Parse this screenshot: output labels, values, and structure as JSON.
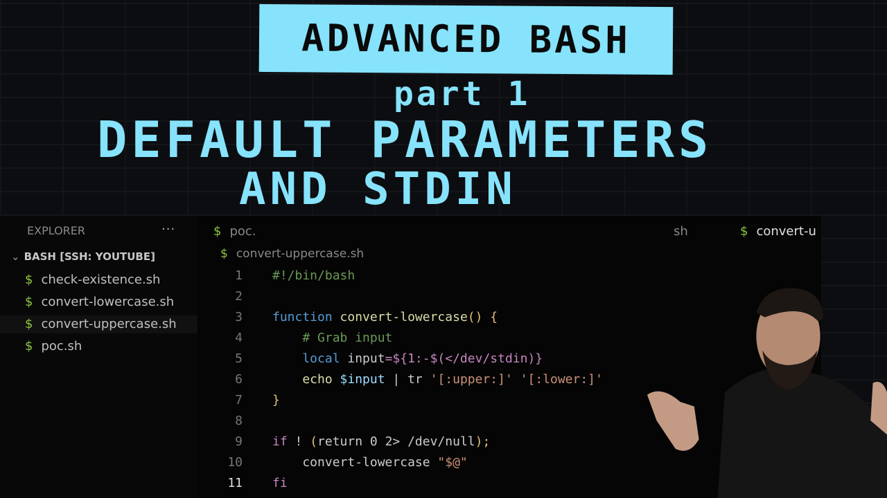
{
  "explorer": {
    "title": "EXPLORER",
    "more": "···",
    "folder": "BASH [SSH: YOUTUBE]",
    "files": [
      "check-existence.sh",
      "convert-lowercase.sh",
      "convert-uppercase.sh",
      "poc.sh"
    ]
  },
  "tabs": [
    "poc.",
    "sh",
    "convert-u"
  ],
  "breadcrumb": "convert-uppercase.sh",
  "code": {
    "l1": "#!/bin/bash",
    "l3a": "function ",
    "l3b": "convert-lowercase",
    "l3c": "() {",
    "l4": "    # Grab input",
    "l5a": "    local ",
    "l5b": "input",
    "l5c": "=${1:-$(</dev/stdin)}",
    "l6a": "    echo ",
    "l6b": "$input",
    "l6c": " | tr ",
    "l6d": "'[:upper:]' '[:lower:]'",
    "l7": "}",
    "l9a": "if",
    "l9b": " ! ",
    "l9c": "(",
    "l9d": "return 0 2> /dev/null",
    "l9e": ");",
    "l10a": "    convert-lowercase ",
    "l10b": "\"$@\"",
    "l11": "fi"
  },
  "title": {
    "banner": "ADVANCED BASH",
    "part": "part 1",
    "line1": "DEFAULT PARAMETERS",
    "line2": "AND STDIN"
  },
  "colors": {
    "accent": "#86e3fb",
    "shell_icon": "#8cc63f"
  }
}
